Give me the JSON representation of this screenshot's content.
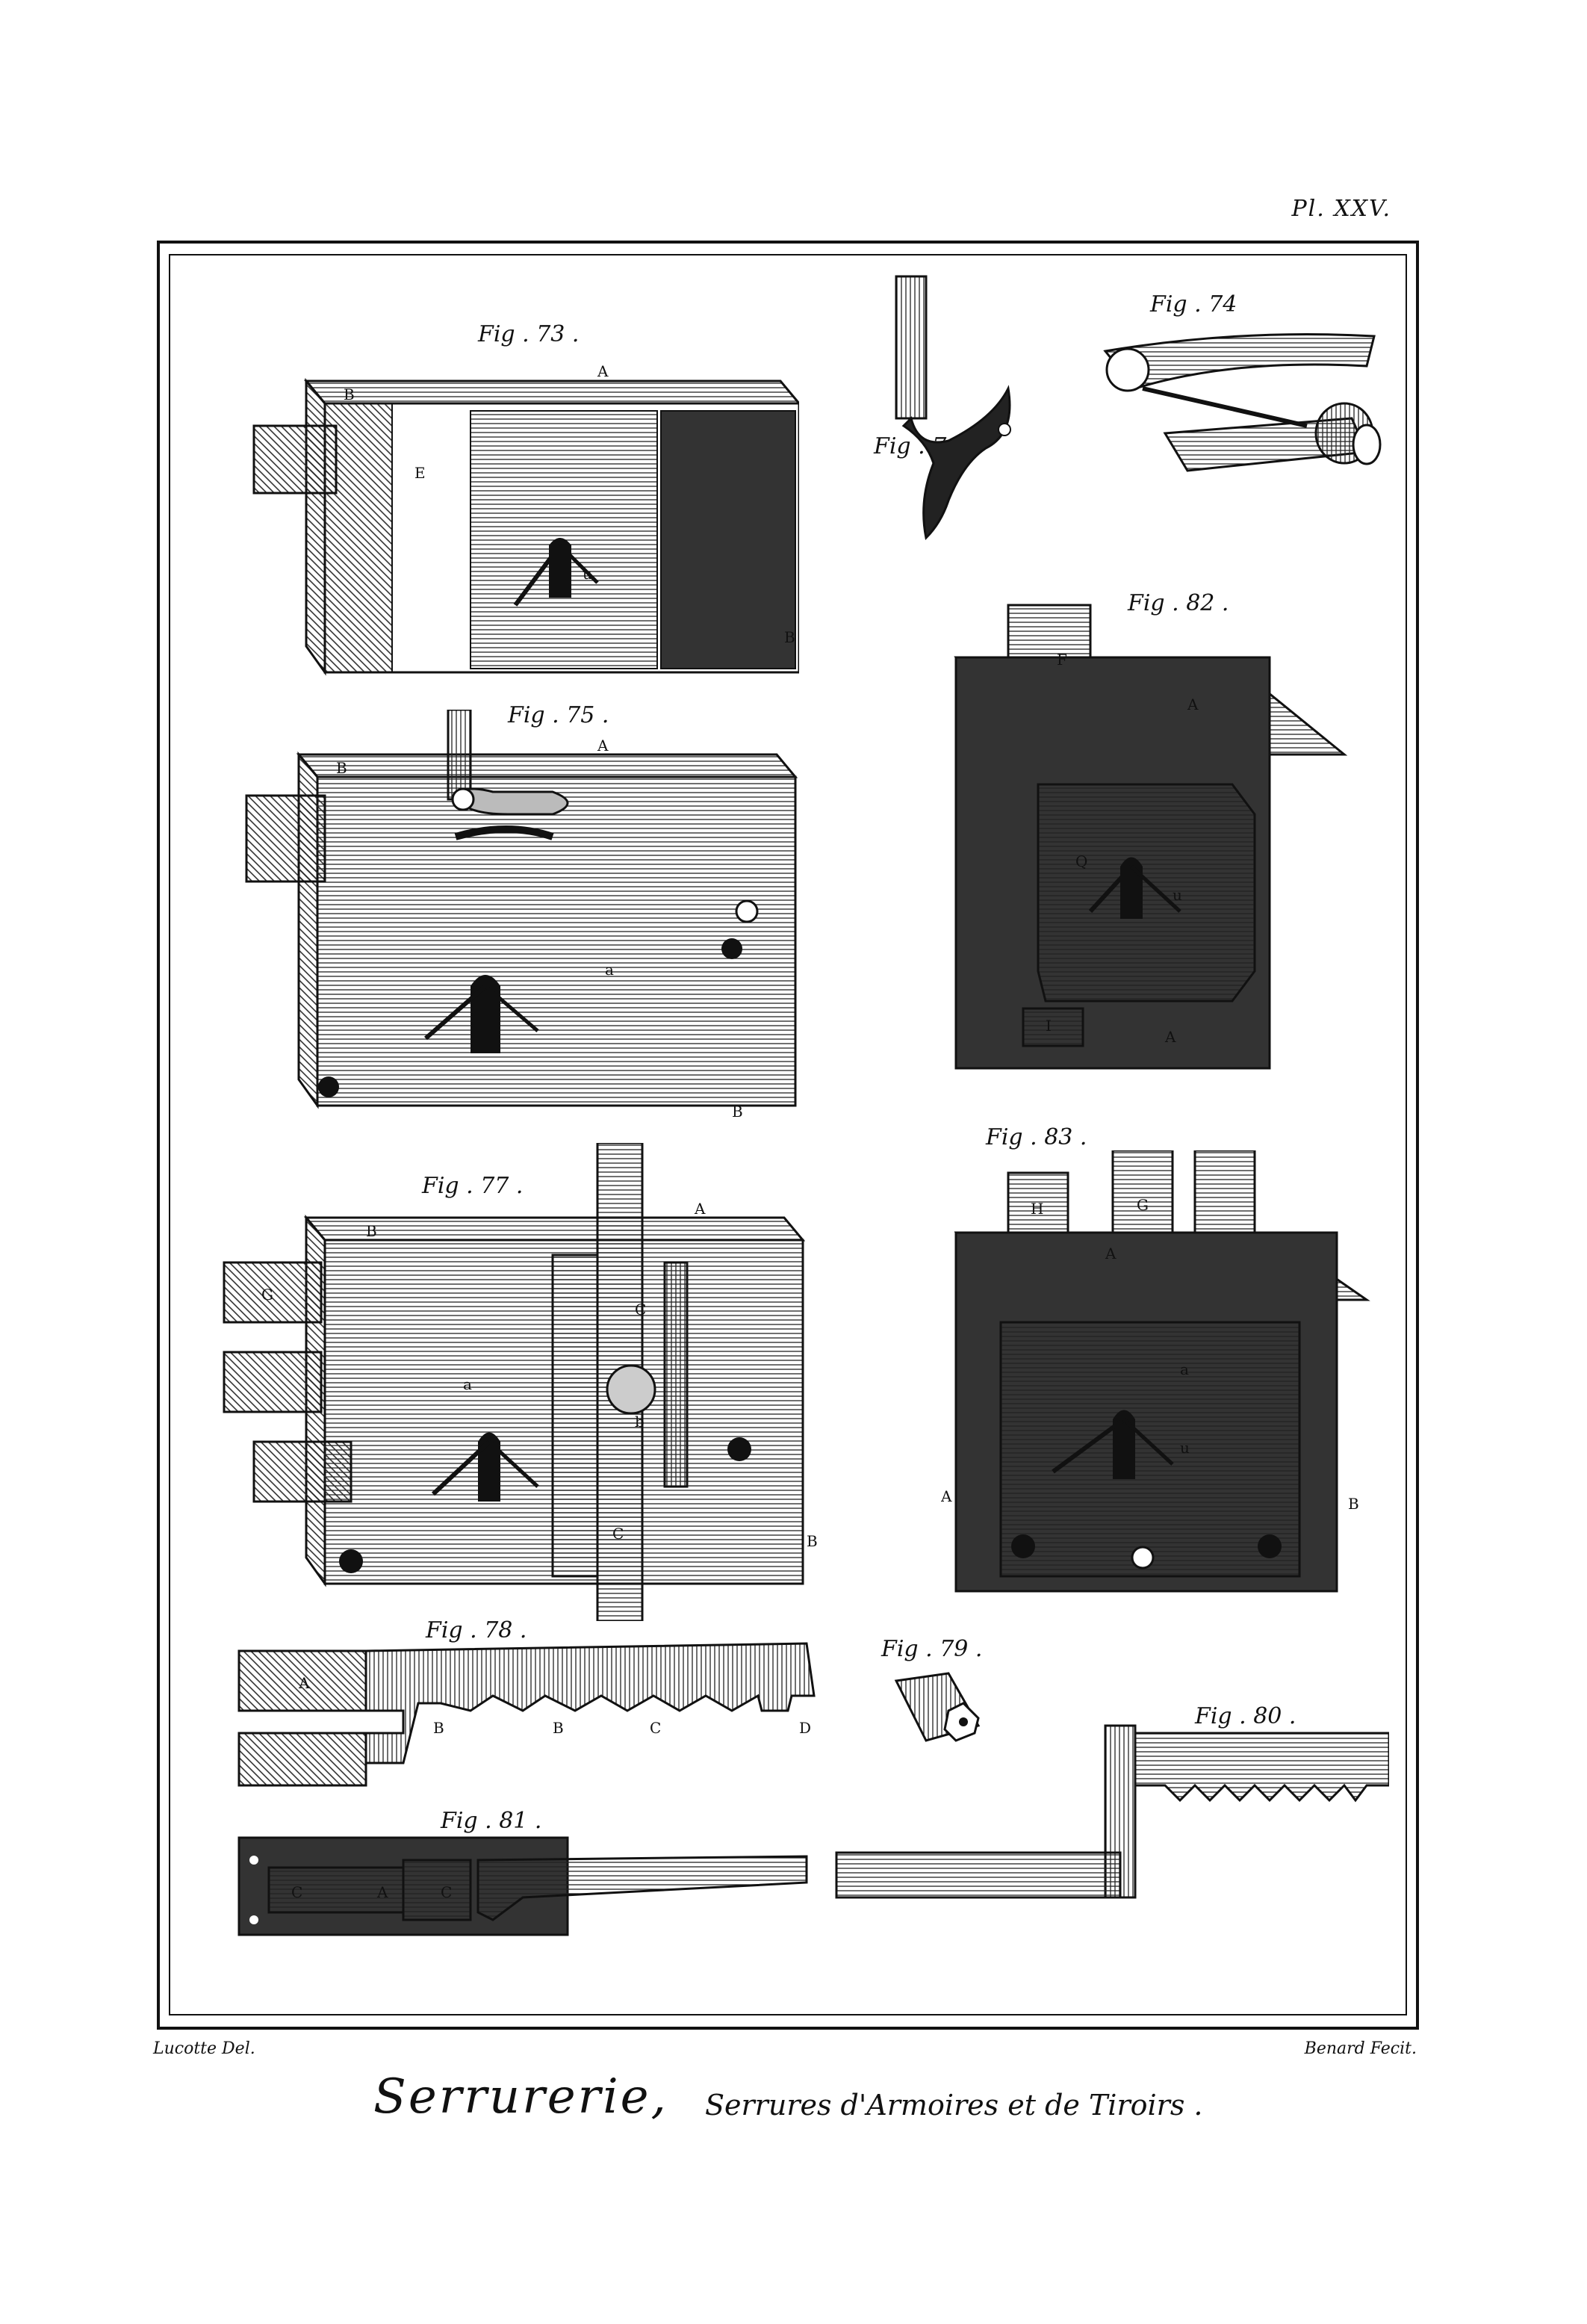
{
  "plate": "Pl. XXV.",
  "figures": {
    "fig73": {
      "caption": "Fig . 73 .",
      "labels": [
        "A",
        "B",
        "E",
        "u",
        "B"
      ]
    },
    "fig74": {
      "caption": "Fig . 74"
    },
    "fig75": {
      "caption": "Fig . 75 .",
      "labels": [
        "A",
        "B",
        "a",
        "B"
      ]
    },
    "fig76": {
      "caption": "Fig . 76 ."
    },
    "fig77": {
      "caption": "Fig . 77 .",
      "labels": [
        "A",
        "B",
        "G",
        "a",
        "C",
        "C",
        "b",
        "B"
      ]
    },
    "fig78": {
      "caption": "Fig . 78 .",
      "labels": [
        "A",
        "B",
        "B",
        "C",
        "D"
      ]
    },
    "fig79": {
      "caption": "Fig . 79 ."
    },
    "fig80": {
      "caption": "Fig . 80 ."
    },
    "fig81": {
      "caption": "Fig . 81 .",
      "labels": [
        "C",
        "A",
        "C"
      ]
    },
    "fig82": {
      "caption": "Fig . 82 .",
      "labels": [
        "F",
        "A",
        "Q",
        "u",
        "I",
        "A"
      ]
    },
    "fig83": {
      "caption": "Fig . 83 .",
      "labels": [
        "H",
        "G",
        "A",
        "a",
        "u",
        "A",
        "B"
      ]
    }
  },
  "signatures": {
    "left": "Lucotte Del.",
    "right": "Benard Fecit."
  },
  "title": {
    "main": "Serrurerie,",
    "sub": "Serrures d'Armoires et de Tiroirs ."
  }
}
